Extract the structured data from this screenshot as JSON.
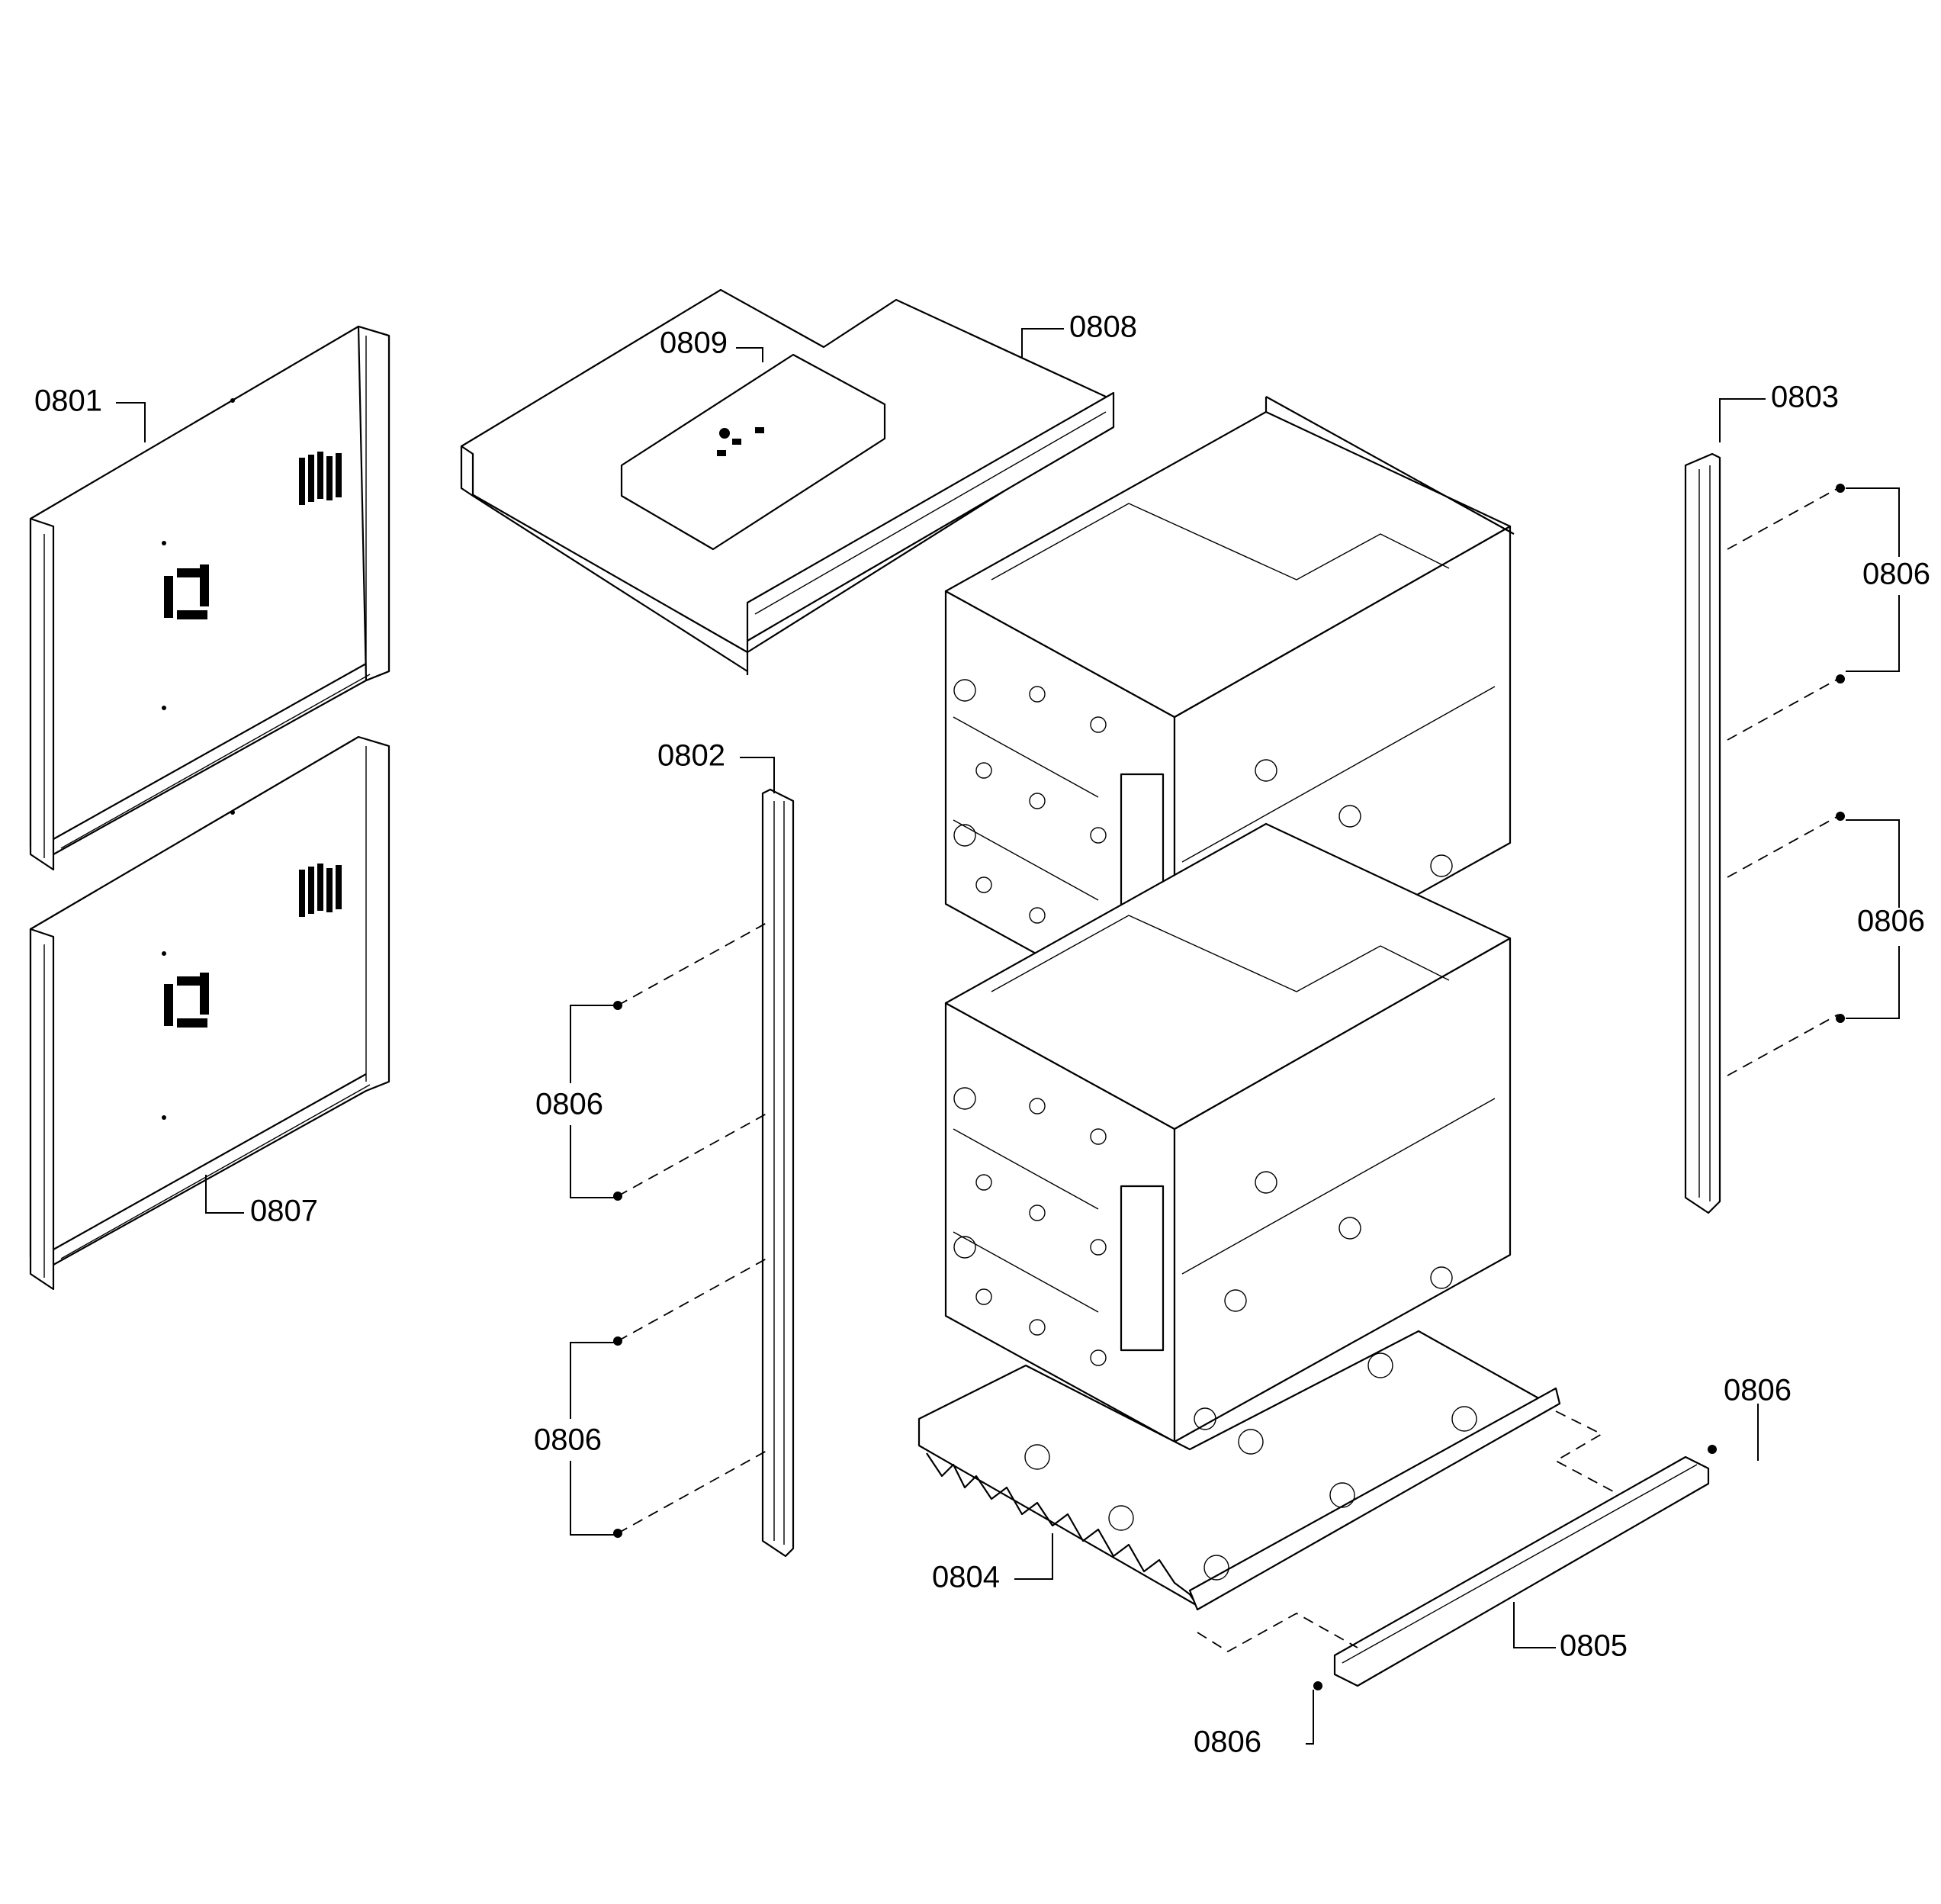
{
  "diagram": {
    "callouts": [
      {
        "id": "c0801",
        "text": "0801"
      },
      {
        "id": "c0809",
        "text": "0809"
      },
      {
        "id": "c0808",
        "text": "0808"
      },
      {
        "id": "c0803",
        "text": "0803"
      },
      {
        "id": "c0806a",
        "text": "0806"
      },
      {
        "id": "c0806b",
        "text": "0806"
      },
      {
        "id": "c0802",
        "text": "0802"
      },
      {
        "id": "c0806c",
        "text": "0806"
      },
      {
        "id": "c0806d",
        "text": "0806"
      },
      {
        "id": "c0807",
        "text": "0807"
      },
      {
        "id": "c0806e",
        "text": "0806"
      },
      {
        "id": "c0804",
        "text": "0804"
      },
      {
        "id": "c0805",
        "text": "0805"
      },
      {
        "id": "c0806f",
        "text": "0806"
      }
    ]
  }
}
